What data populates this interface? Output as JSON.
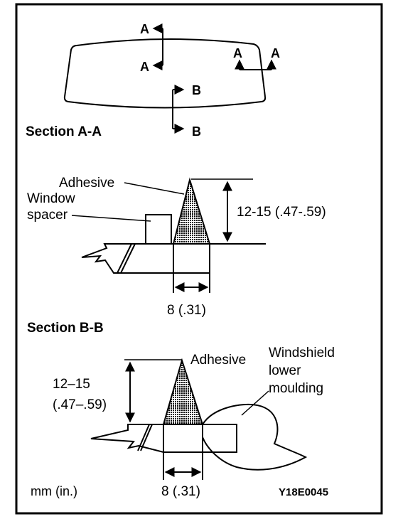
{
  "markers": {
    "a": "A",
    "b": "B"
  },
  "section_aa": {
    "title": "Section A-A",
    "adhesive_label": "Adhesive",
    "spacer_label_line1": "Window",
    "spacer_label_line2": "spacer",
    "height_dim": "12-15 (.47-.59)",
    "width_dim": "8 (.31)"
  },
  "section_bb": {
    "title": "Section B-B",
    "adhesive_label": "Adhesive",
    "moulding_label_line1": "Windshield",
    "moulding_label_line2": "lower",
    "moulding_label_line3": "moulding",
    "height_dim_line1": "12–15",
    "height_dim_line2": "(.47–.59)",
    "width_dim": "8 (.31)"
  },
  "footer": {
    "units": "mm (in.)",
    "figure_code": "Y18E0045"
  },
  "colors": {
    "ink": "#000000",
    "paper": "#ffffff"
  }
}
